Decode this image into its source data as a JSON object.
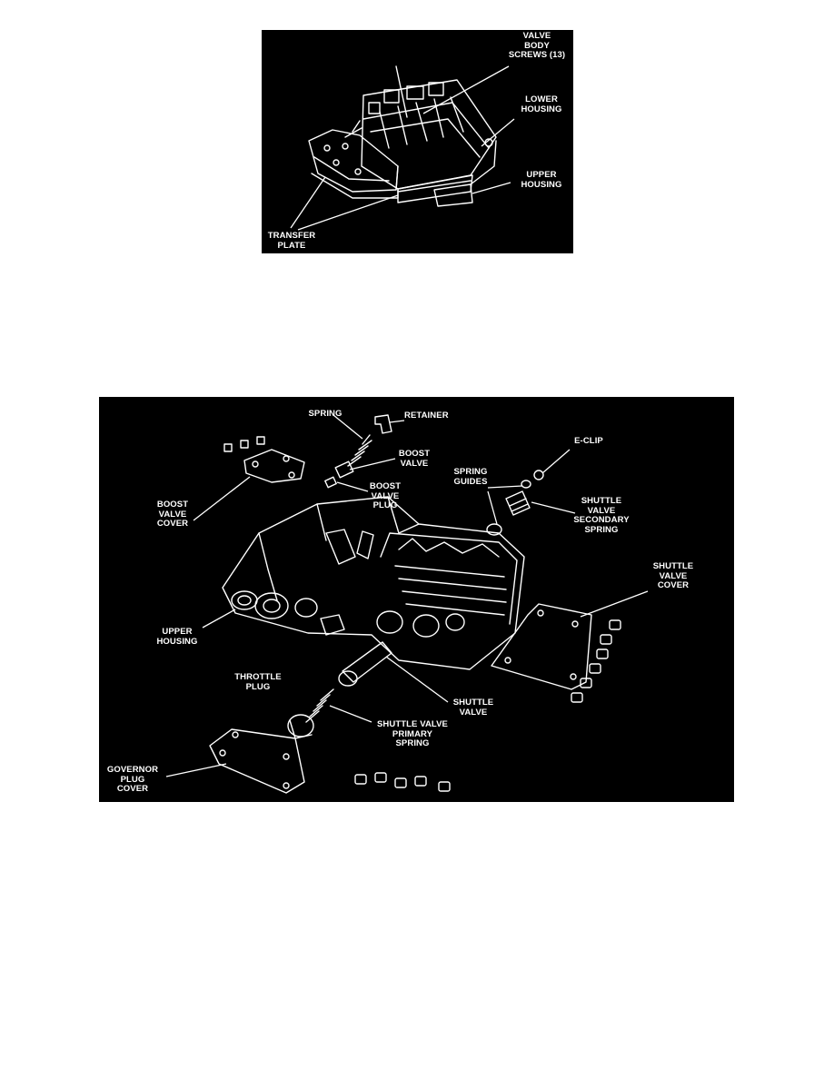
{
  "figure1": {
    "labels": {
      "valve_body_screws": [
        "VALVE",
        "BODY",
        "SCREWS (13)"
      ],
      "lower_housing": [
        "LOWER",
        "HOUSING"
      ],
      "upper_housing": [
        "UPPER",
        "HOUSING"
      ],
      "transfer_plate": [
        "TRANSFER",
        "PLATE"
      ]
    }
  },
  "figure2": {
    "labels": {
      "spring": [
        "SPRING"
      ],
      "retainer": [
        "RETAINER"
      ],
      "boost_valve": [
        "BOOST",
        "VALVE"
      ],
      "boost_valve_plug": [
        "BOOST",
        "VALVE",
        "PLUG"
      ],
      "boost_valve_cover": [
        "BOOST",
        "VALVE",
        "COVER"
      ],
      "e_clip": [
        "E-CLIP"
      ],
      "spring_guides": [
        "SPRING",
        "GUIDES"
      ],
      "shuttle_valve_secondary_spring": [
        "SHUTTLE",
        "VALVE",
        "SECONDARY",
        "SPRING"
      ],
      "shuttle_valve_cover": [
        "SHUTTLE",
        "VALVE",
        "COVER"
      ],
      "upper_housing": [
        "UPPER",
        "HOUSING"
      ],
      "throttle_plug": [
        "THROTTLE",
        "PLUG"
      ],
      "shuttle_valve": [
        "SHUTTLE",
        "VALVE"
      ],
      "shuttle_valve_primary_spring": [
        "SHUTTLE VALVE",
        "PRIMARY",
        "SPRING"
      ],
      "governor_plug_cover": [
        "GOVERNOR",
        "PLUG",
        "COVER"
      ]
    }
  }
}
